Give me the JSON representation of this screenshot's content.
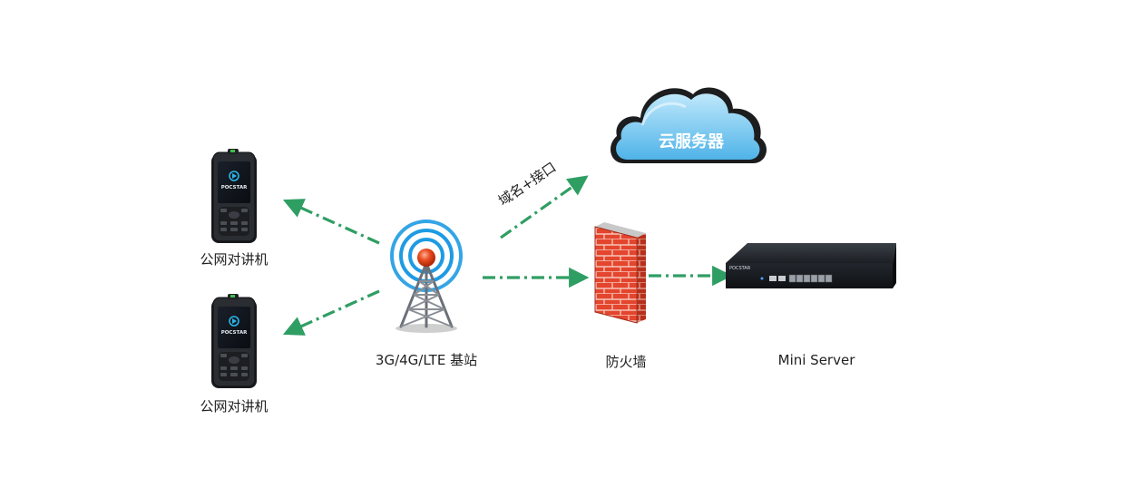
{
  "nodes": {
    "radio_top": {
      "label": "公网对讲机",
      "brand": "POCSTAR"
    },
    "radio_bottom": {
      "label": "公网对讲机",
      "brand": "POCSTAR"
    },
    "tower": {
      "label": "3G/4G/LTE 基站"
    },
    "cloud": {
      "label": "云服务器"
    },
    "firewall": {
      "label": "防火墙"
    },
    "server": {
      "label": "Mini Server",
      "brand": "POCSTAR"
    }
  },
  "edges": {
    "tower_to_cloud": {
      "label": "域名+接口"
    }
  },
  "colors": {
    "arrow": "#2f9e63",
    "cloud_light": "#8fd3f4",
    "cloud_dark": "#1a1a1a",
    "firewall_brick": "#e0402a",
    "tower_signal": "#1e9be3",
    "tower_light": "#e94b1f"
  }
}
